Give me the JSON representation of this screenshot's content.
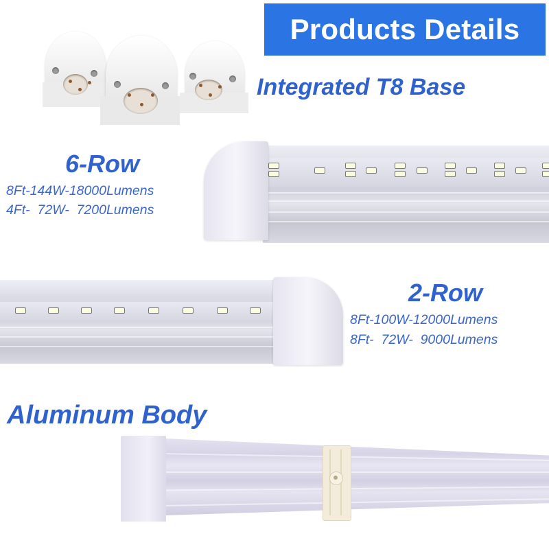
{
  "banner": {
    "title": "Products Details",
    "background": "#2a74e4",
    "text_color": "#ffffff"
  },
  "features": {
    "base": {
      "title": "Integrated T8 Base"
    },
    "six_row": {
      "title": "6-Row",
      "specs": [
        "8Ft-144W-18000Lumens",
        "4Ft-  72W-  7200Lumens"
      ]
    },
    "two_row": {
      "title": "2-Row",
      "specs": [
        "8Ft-100W-12000Lumens",
        "8Ft-  72W-  9000Lumens"
      ]
    },
    "body": {
      "title": "Aluminum Body"
    }
  },
  "images": {
    "base_caps": "integrated-t8-end-caps-photo",
    "six_row_tube": "6-row-led-tube-photo",
    "two_row_tube": "2-row-led-tube-photo",
    "aluminum_tube": "aluminum-body-tube-photo"
  },
  "colors": {
    "heading_blue": "#2f62cc",
    "spec_blue": "#3a66cc"
  }
}
